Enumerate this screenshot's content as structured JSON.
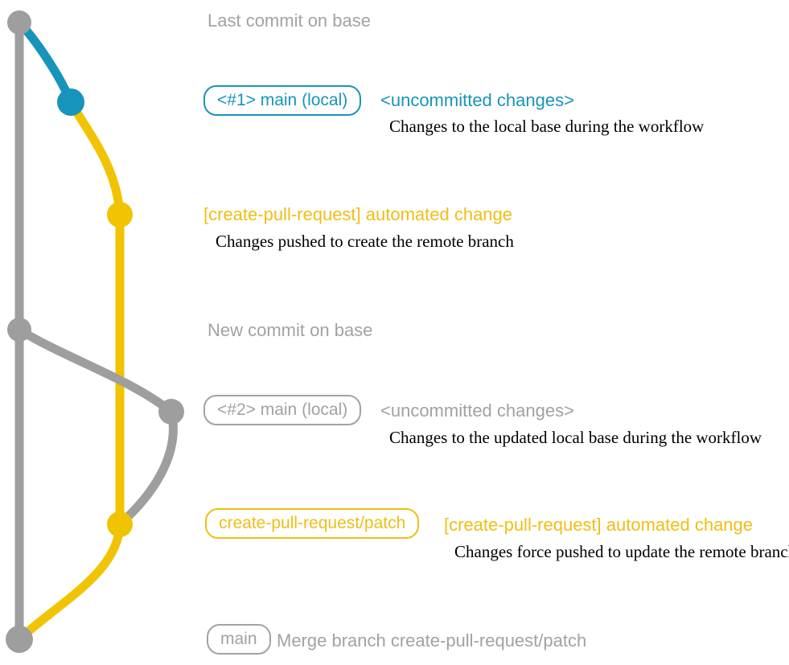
{
  "colors": {
    "gray": "#9E9E9E",
    "blue": "#1794BB",
    "yellow": "#F0C403",
    "yellow_text": "#F0BE14",
    "text_black": "#000000"
  },
  "rows": {
    "last_commit": {
      "title": "Last commit on base"
    },
    "commit1": {
      "badge": "<#1> main (local)",
      "note": "<uncommitted changes>",
      "detail": "Changes to the local base during the workflow"
    },
    "commit2": {
      "note": "[create-pull-request] automated change",
      "detail": "Changes pushed to create the remote branch"
    },
    "new_commit": {
      "title": "New commit on base"
    },
    "commit3": {
      "badge": "<#2> main (local)",
      "note": "<uncommitted changes>",
      "detail": "Changes to the updated local base during the workflow"
    },
    "commit4": {
      "badge": "create-pull-request/patch",
      "note": "[create-pull-request] automated change",
      "detail": "Changes force pushed to update the remote branch"
    },
    "merge": {
      "badge": "main",
      "note": "Merge branch create-pull-request/patch"
    }
  }
}
